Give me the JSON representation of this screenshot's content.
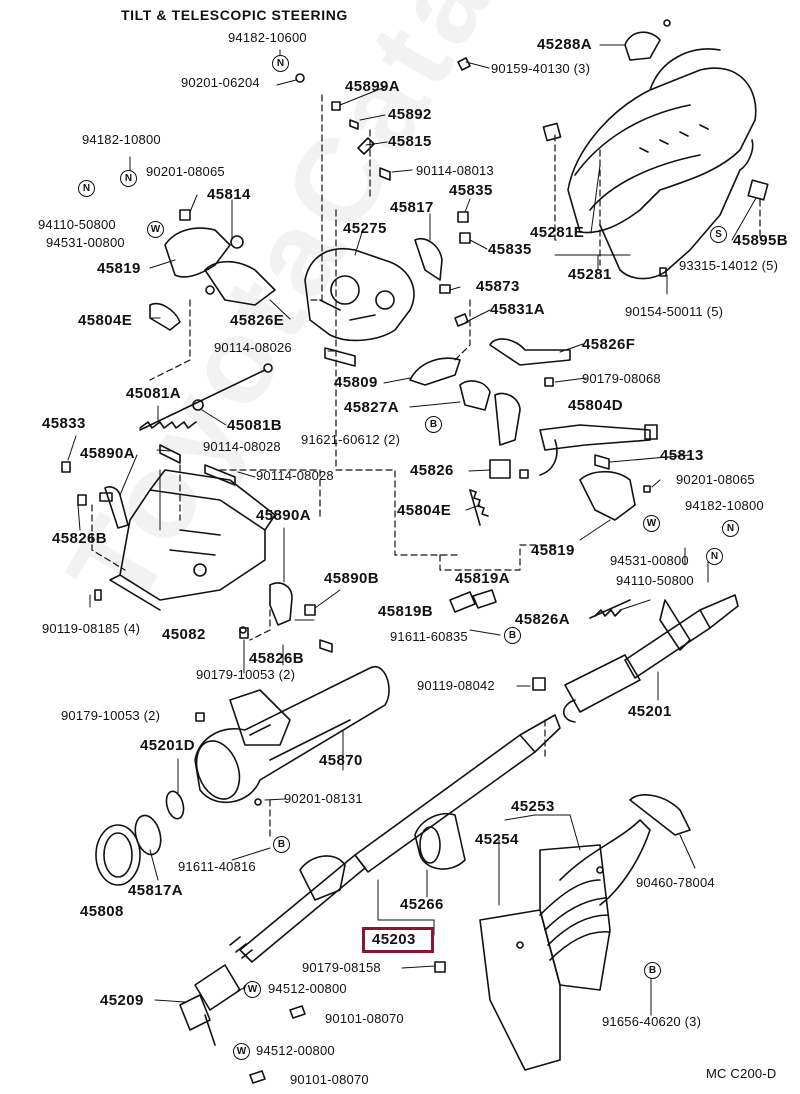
{
  "title": "TILT & TELESCOPIC STEERING",
  "footer_code": "MC C200-D",
  "watermark": "ToyotaCatalog",
  "highlight_color": "#8b1535",
  "highlighted_part": "45203",
  "badges": {
    "n": "N",
    "w": "W",
    "b": "B",
    "s": "S"
  },
  "labels": {
    "p94182_10600": "94182-10600",
    "p90201_06204": "90201-06204",
    "p45899a": "45899A",
    "p45892": "45892",
    "p45815": "45815",
    "p90114_08013": "90114-08013",
    "p45835a": "45835",
    "p45835b": "45835",
    "p45817": "45817",
    "p45275": "45275",
    "p45873": "45873",
    "p45831a": "45831A",
    "p45288a": "45288A",
    "p90159_40130": "90159-40130 (3)",
    "p45281e": "45281E",
    "p45281": "45281",
    "p45895b": "45895B",
    "p93315_14012": "93315-14012 (5)",
    "p90154_50011": "90154-50011 (5)",
    "p94182_10800a": "94182-10800",
    "p90201_08065a": "90201-08065",
    "p45814": "45814",
    "p94110_50800a": "94110-50800",
    "p94531_00800a": "94531-00800",
    "p45819a": "45819",
    "p45804e_a": "45804E",
    "p45826e": "45826E",
    "p90114_08026": "90114-08026",
    "p45809": "45809",
    "p45826f": "45826F",
    "p90179_08068": "90179-08068",
    "p45081a": "45081A",
    "p45081b": "45081B",
    "p45827a": "45827A",
    "p45804d": "45804D",
    "p45833": "45833",
    "p90114_08028a": "90114-08028",
    "p91621_60612": "91621-60612 (2)",
    "p45813": "45813",
    "p45890a_a": "45890A",
    "p90114_08028b": "90114-08028",
    "p45826": "45826",
    "p90201_08065b": "90201-08065",
    "p94182_10800b": "94182-10800",
    "p45826b_a": "45826B",
    "p45804e_b": "45804E",
    "p45890a_b": "45890A",
    "p45819b": "45819",
    "p94531_00800b": "94531-00800",
    "p94110_50800b": "94110-50800",
    "p45890b": "45890B",
    "p45819a2": "45819A",
    "p90119_08185": "90119-08185 (4)",
    "p45082": "45082",
    "p45819b2": "45819B",
    "p45826a": "45826A",
    "p91611_60835": "91611-60835",
    "p45826b_b": "45826B",
    "p90179_10053a": "90179-10053 (2)",
    "p90119_08042": "90119-08042",
    "p45201": "45201",
    "p90179_10053b": "90179-10053 (2)",
    "p45201d": "45201D",
    "p45870": "45870",
    "p90201_08131": "90201-08131",
    "p45253": "45253",
    "p45254": "45254",
    "p91611_40816": "91611-40816",
    "p45817a": "45817A",
    "p45808": "45808",
    "p90460_78004": "90460-78004",
    "p45266": "45266",
    "p45203": "45203",
    "p90179_08158": "90179-08158",
    "p45209": "45209",
    "p94512_00800a": "94512-00800",
    "p90101_08070a": "90101-08070",
    "p91656_40620": "91656-40620 (3)",
    "p94512_00800b": "94512-00800",
    "p90101_08070b": "90101-08070"
  }
}
